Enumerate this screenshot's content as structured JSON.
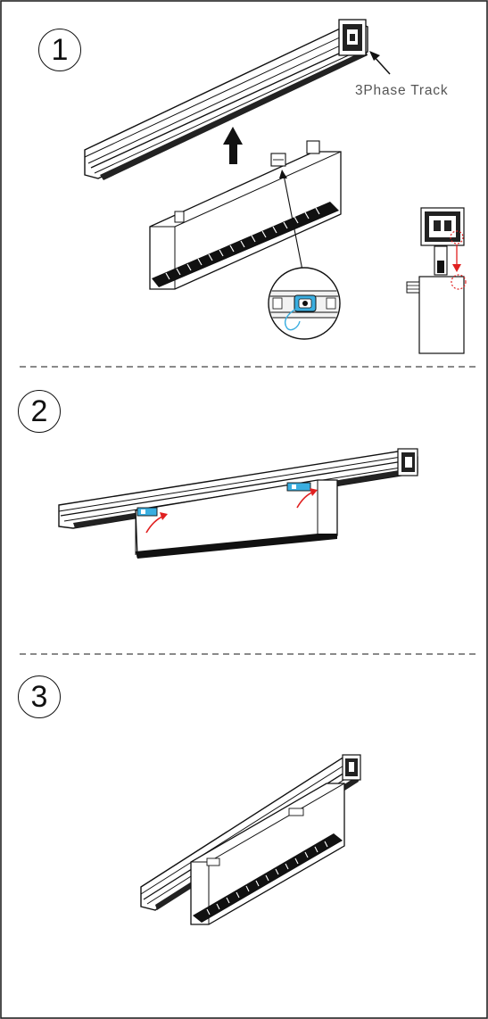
{
  "steps": [
    {
      "number": "1"
    },
    {
      "number": "2"
    },
    {
      "number": "3"
    }
  ],
  "labels": {
    "track": "3Phase Track"
  },
  "colors": {
    "ink": "#1a1a1a",
    "body_dark": "#111111",
    "accent_red": "#e02020",
    "accent_blue": "#3aaee0",
    "divider": "#444444"
  }
}
